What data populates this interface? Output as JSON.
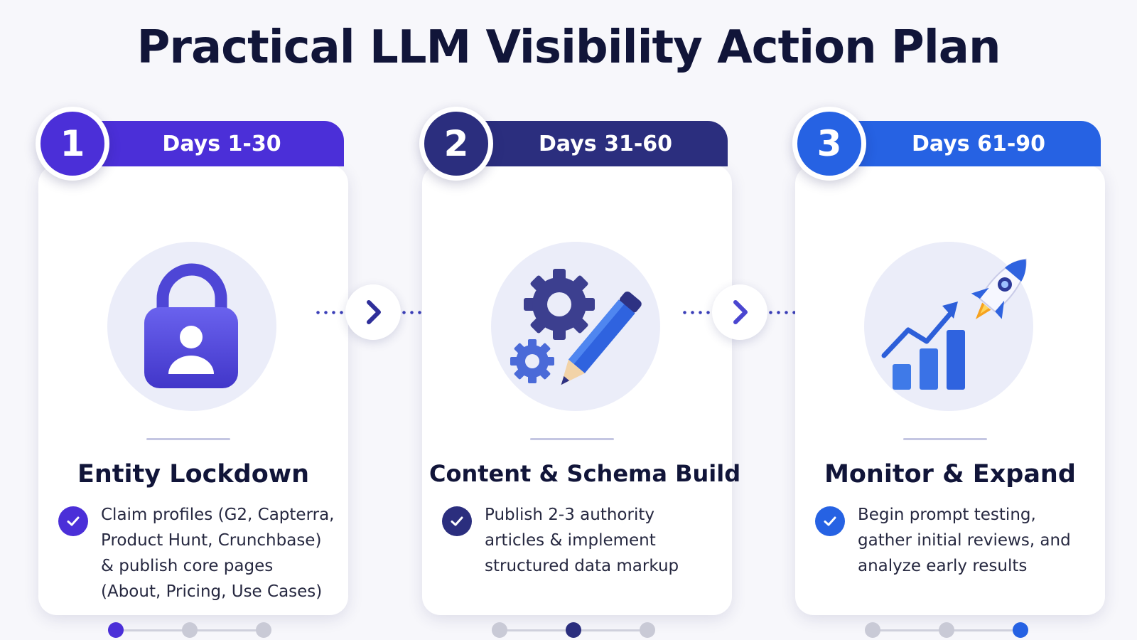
{
  "title": "Practical LLM Visibility Action Plan",
  "phases": [
    {
      "number": "1",
      "days": "Days 1-30",
      "title": "Entity Lockdown",
      "description": "Claim profiles (G2, Capterra, Product Hunt, Crunchbase) & publish core pages (About, Pricing, Use Cases)",
      "icon": "lock-user-icon",
      "color": "#4b2fd8",
      "progress_step": 1
    },
    {
      "number": "2",
      "days": "Days 31-60",
      "title": "Content & Schema Build",
      "description": "Publish 2-3 authority articles & implement structured data markup",
      "icon": "gears-pencil-icon",
      "color": "#2b2e7e",
      "progress_step": 2
    },
    {
      "number": "3",
      "days": "Days 61-90",
      "title": "Monitor & Expand",
      "description": "Begin prompt testing, gather initial reviews, and analyze early results",
      "icon": "rocket-growth-icon",
      "color": "#2662e3",
      "progress_step": 3
    }
  ],
  "colors": {
    "inactive_dot": "#c9cad6",
    "halo": "#ebedf9",
    "connector": "#3b3fb8"
  }
}
